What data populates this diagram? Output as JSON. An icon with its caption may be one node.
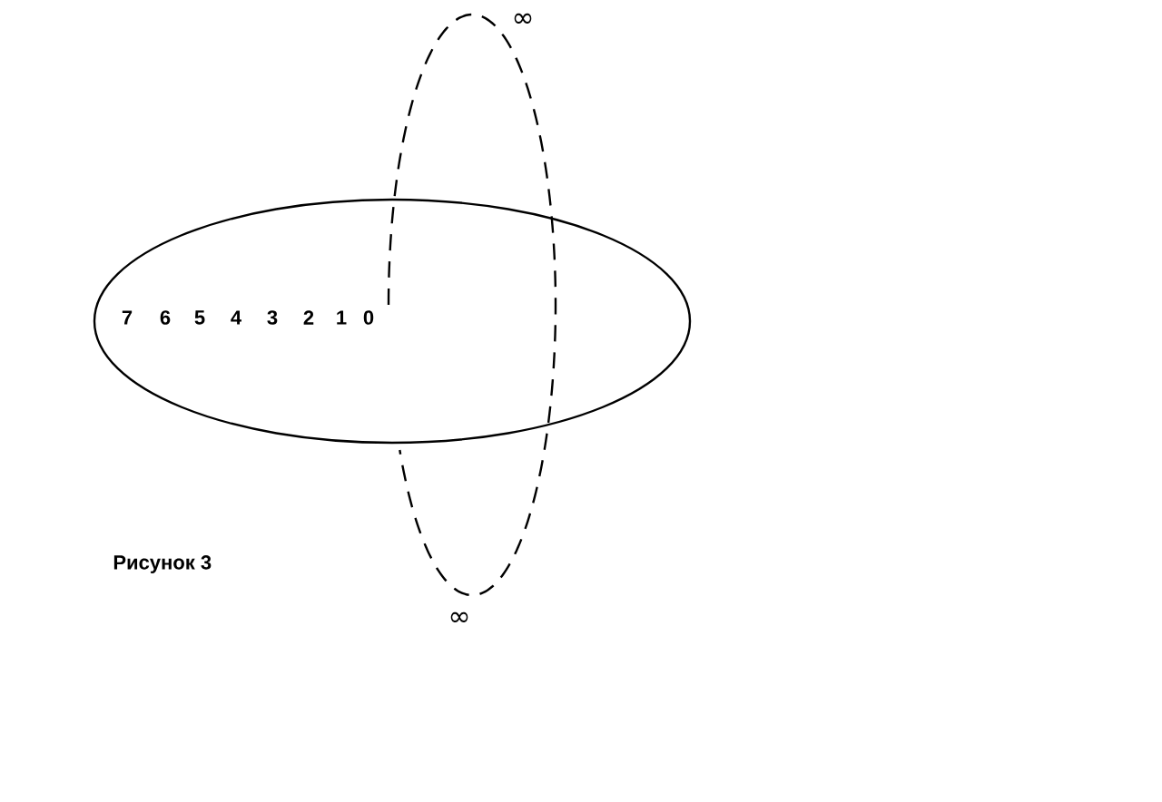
{
  "diagram": {
    "caption": "Рисунок 3",
    "nodes": [
      {
        "text": [
          "7",
          "6",
          "5",
          "4",
          "3",
          "2",
          "1",
          "0"
        ]
      }
    ],
    "labels": [
      "∞",
      "∞"
    ]
  }
}
